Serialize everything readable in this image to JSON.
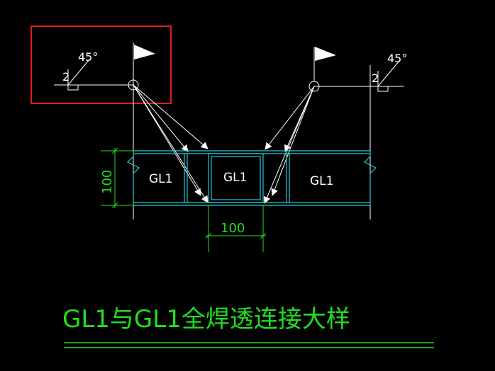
{
  "colors": {
    "background": "#000000",
    "beam": "#27c9d6",
    "dimension": "#22dd22",
    "annotation": "#ffffff",
    "title": "#22dd22",
    "highlight": "#e02020"
  },
  "weld_symbols": {
    "left": {
      "size": "2",
      "angle": "45°"
    },
    "right": {
      "size": "2",
      "angle": "45°"
    }
  },
  "beams": {
    "left": "GL1",
    "center": "GL1",
    "right": "GL1"
  },
  "dimensions": {
    "height": "100",
    "gap": "100"
  },
  "title": "GL1与GL1全焊透连接大样"
}
